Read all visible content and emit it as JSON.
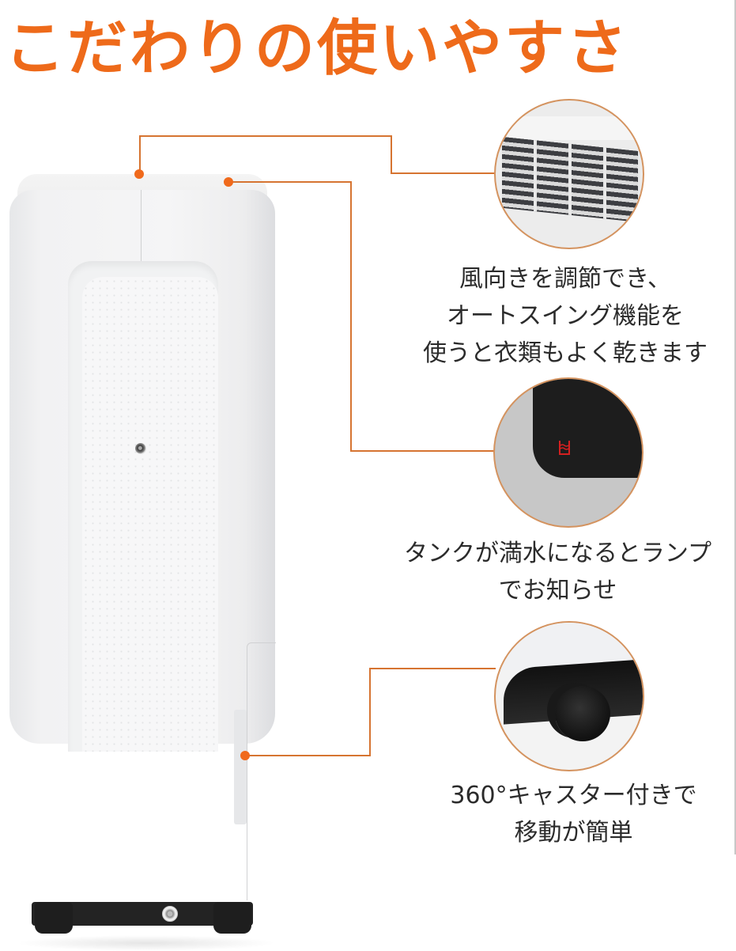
{
  "headline": "こだわりの使いやすさ",
  "colors": {
    "headline": "#ee6a1a",
    "leader_line": "#d67431",
    "dot": "#f06a1c",
    "lamp_icon": "#d42020",
    "caption_text": "#2b2b2b"
  },
  "product": {
    "name": "dehumidifier",
    "view": "rear"
  },
  "callouts": [
    {
      "id": "vent",
      "image": "louver-vent-closeup",
      "caption_lines": [
        "風向きを調節でき、",
        "オートスイング機能を",
        "使うと衣類もよく乾きます"
      ]
    },
    {
      "id": "tank-lamp",
      "image": "full-tank-lamp-closeup",
      "icon": "water-tank-icon",
      "caption_lines": [
        "タンクが満水になるとランプ",
        "でお知らせ"
      ]
    },
    {
      "id": "caster",
      "image": "caster-wheel-closeup",
      "caption_lines": [
        "360°キャスター付きで",
        "移動が簡単"
      ]
    }
  ]
}
